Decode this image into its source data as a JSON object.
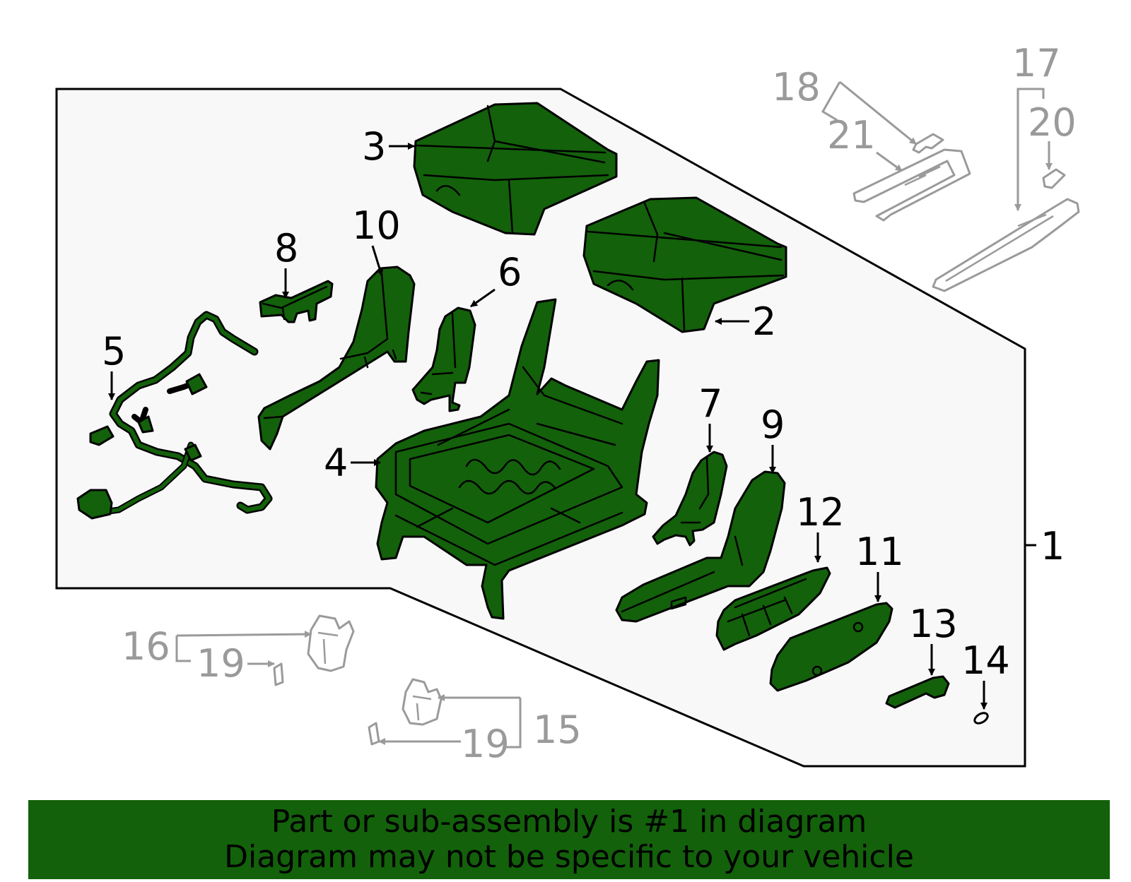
{
  "colors": {
    "part_fill": "#13610b",
    "ghost_stroke": "#9a9a9a",
    "panel_fill": "#f8f8f8",
    "banner_fill": "#13610b"
  },
  "callouts": {
    "c1": "1",
    "c2": "2",
    "c3": "3",
    "c4": "4",
    "c5": "5",
    "c6": "6",
    "c7": "7",
    "c8": "8",
    "c9": "9",
    "c10": "10",
    "c11": "11",
    "c12": "12",
    "c13": "13",
    "c14": "14",
    "c15": "15",
    "c16": "16",
    "c17": "17",
    "c18": "18",
    "c19a": "19",
    "c19b": "19",
    "c20": "20",
    "c21": "21"
  },
  "banner": {
    "line1": "Part or sub-assembly is #1 in diagram",
    "line2": "Diagram may not be specific to your vehicle"
  }
}
